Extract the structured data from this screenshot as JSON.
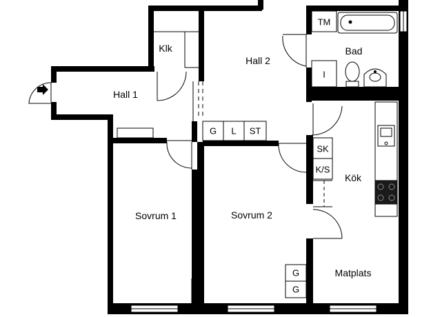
{
  "rooms": {
    "hall1": "Hall 1",
    "hall2": "Hall 2",
    "klk": "Klk",
    "bad": "Bad",
    "tm": "TM",
    "i": "I",
    "kok": "Kök",
    "sk": "SK",
    "ks": "K/S",
    "sovrum1": "Sovrum 1",
    "sovrum2": "Sovrum 2",
    "g": "G",
    "l": "L",
    "st": "ST",
    "g_lower_1": "G",
    "g_lower_2": "G",
    "matplats": "Matplats"
  },
  "colors": {
    "wall": "#000000",
    "line": "#000000",
    "fill": "#ffffff"
  },
  "icons": [
    "entrance-arrow-icon",
    "bathtub-icon",
    "toilet-icon",
    "washbasin-icon",
    "sink-icon",
    "stove-icon"
  ]
}
